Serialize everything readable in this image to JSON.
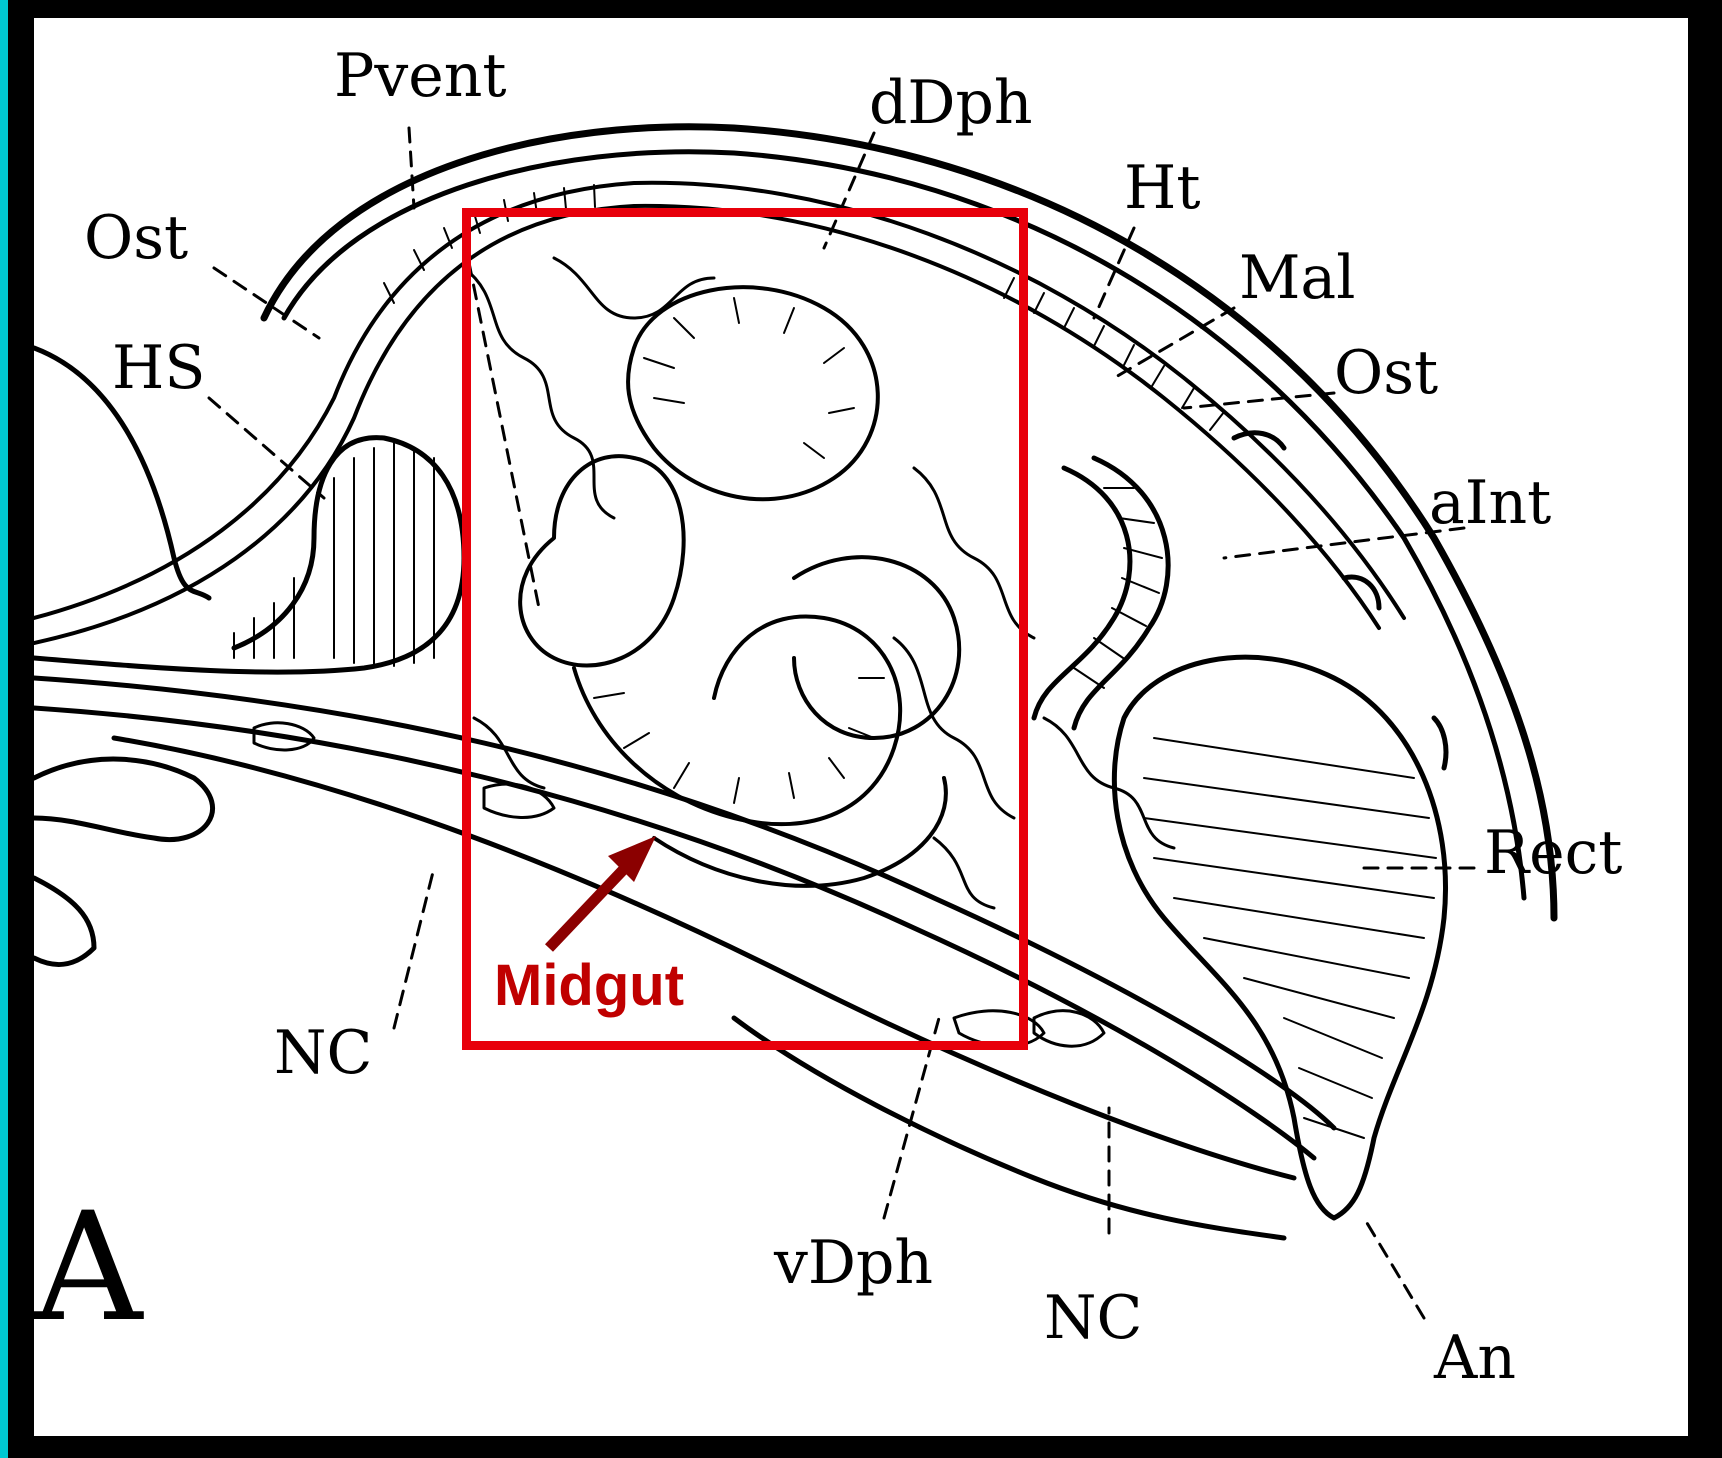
{
  "figure": {
    "panel_letter": "A",
    "colors": {
      "frame": "#000000",
      "left_edge": "#00c8d2",
      "highlight": "#e8000b",
      "callout_text": "#c00000",
      "arrow": "#8b0000"
    }
  },
  "labels": {
    "pvent": "Pvent",
    "ddph": "dDph",
    "ht": "Ht",
    "mal": "Mal",
    "ost_left": "Ost",
    "ost_right": "Ost",
    "hs": "HS",
    "aint": "aInt",
    "rect": "Rect",
    "nc_left": "NC",
    "vdph": "vDph",
    "nc_right": "NC",
    "an": "An"
  },
  "annotation": {
    "label": "Midgut"
  }
}
